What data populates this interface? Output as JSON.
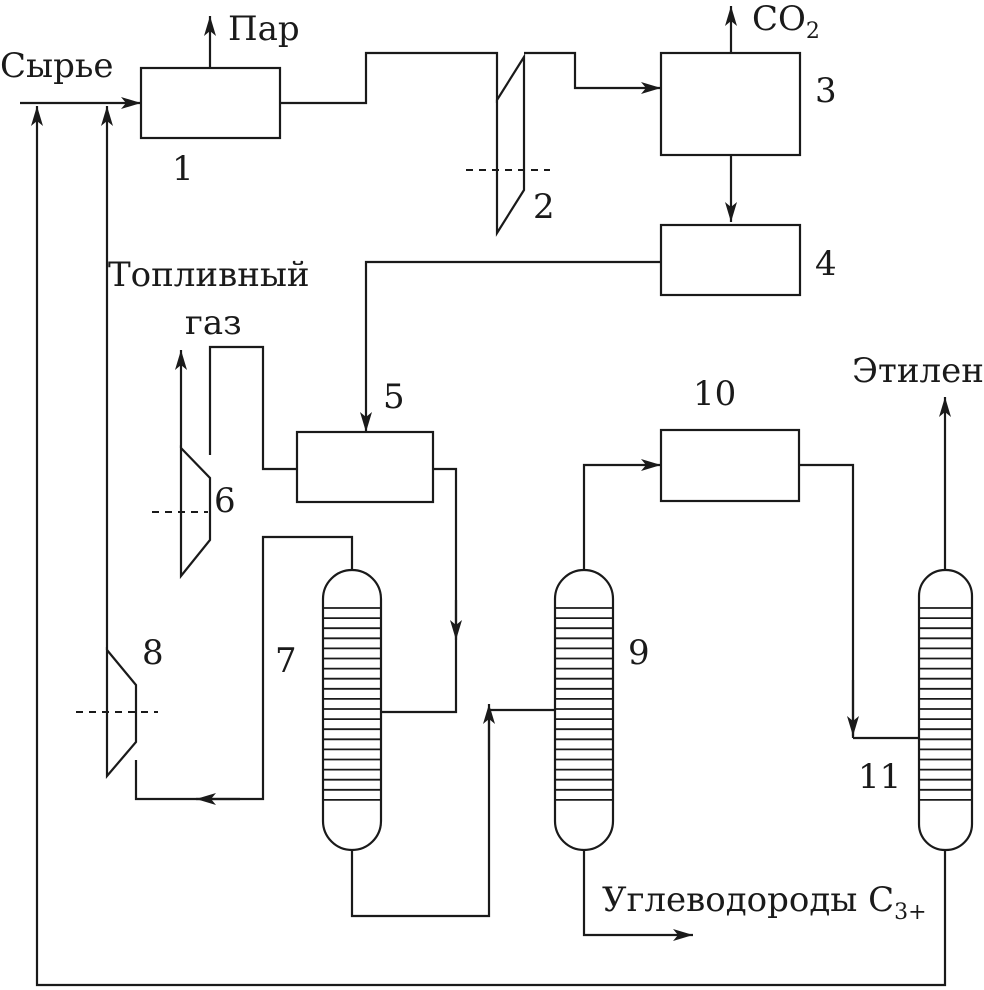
{
  "labels": {
    "feed": "Сырье",
    "steam": "Пар",
    "co2": "CO",
    "co2_sub": "2",
    "fuel_gas_line1": "Топливный",
    "fuel_gas_line2": "газ",
    "ethylene": "Этилен",
    "c3_hydrocarbons": "Углеводороды С",
    "c3_sub": "3+"
  },
  "units": [
    "1",
    "2",
    "3",
    "4",
    "5",
    "6",
    "7",
    "8",
    "9",
    "10",
    "11"
  ]
}
